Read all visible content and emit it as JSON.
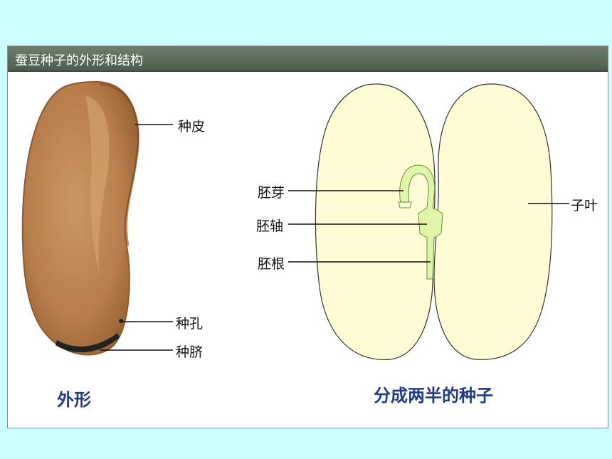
{
  "slide": {
    "background": "#ccffff"
  },
  "panel": {
    "title": "蚕豆种子的外形和结构"
  },
  "exterior": {
    "caption": "外形",
    "labels": {
      "seed_coat": "种皮",
      "micropyle": "种孔",
      "hilum": "种脐"
    },
    "colors": {
      "seed": "#b87d4b",
      "seed_edge": "#8f5a2e",
      "hilum": "#222222"
    }
  },
  "split_seed": {
    "caption": "分成两半的种子",
    "labels": {
      "plumule": "胚芽",
      "hypocotyl": "胚轴",
      "radicle": "胚根",
      "cotyledon": "子叶"
    },
    "colors": {
      "cotyledon": "#fffbd5",
      "embryo": "#dff5a8"
    }
  }
}
